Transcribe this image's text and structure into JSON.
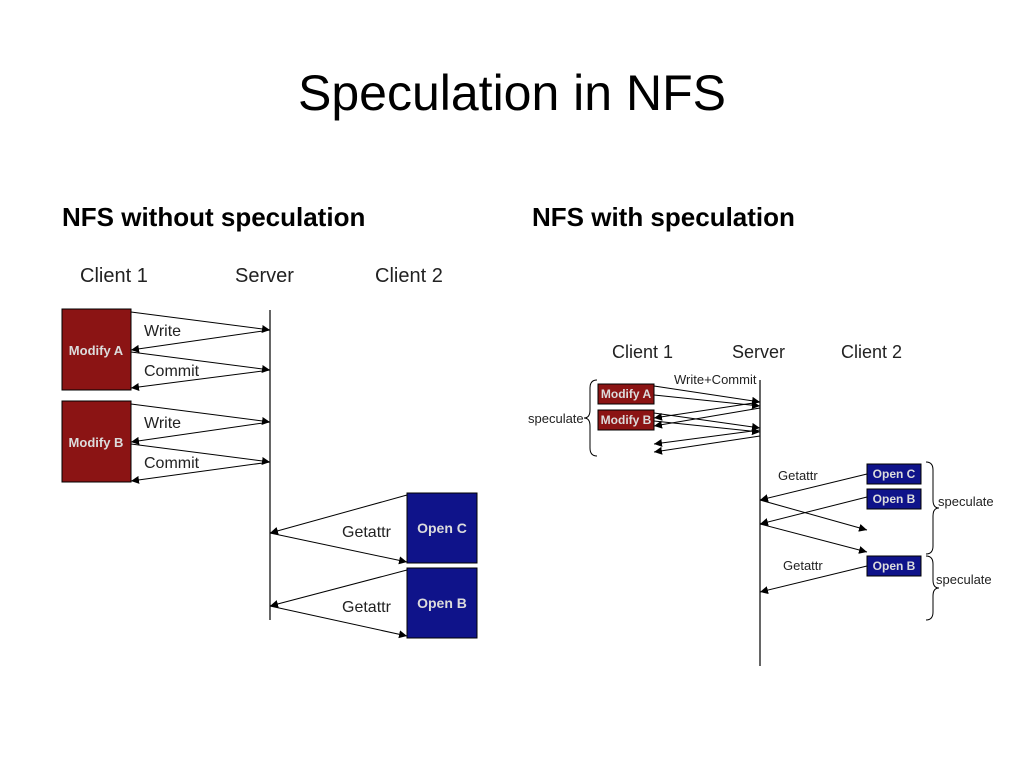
{
  "title": "Speculation in NFS",
  "left": {
    "heading": "NFS without speculation",
    "columns": [
      "Client 1",
      "Server",
      "Client 2"
    ],
    "boxes": [
      "Modify A",
      "Modify B",
      "Open C",
      "Open B"
    ],
    "messages": [
      "Write",
      "Commit",
      "Write",
      "Commit",
      "Getattr",
      "Getattr"
    ]
  },
  "right": {
    "heading": "NFS with speculation",
    "columns": [
      "Client 1",
      "Server",
      "Client 2"
    ],
    "boxes": [
      "Modify A",
      "Modify B",
      "Open C",
      "Open B",
      "Open B"
    ],
    "messages": [
      "Write+Commit",
      "Getattr",
      "Getattr"
    ],
    "brackets": [
      "speculate",
      "speculate",
      "speculate"
    ]
  },
  "colors": {
    "modify": "#8b1414",
    "open": "#0f138a"
  }
}
